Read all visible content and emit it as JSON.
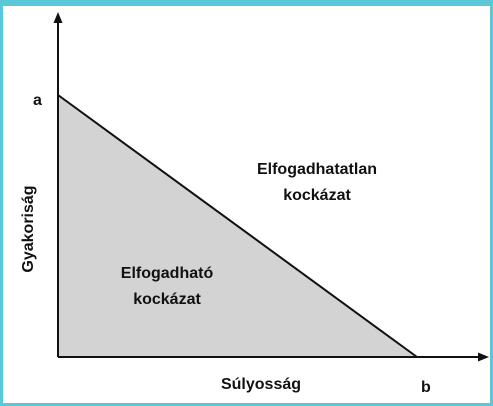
{
  "axes": {
    "y_label": "Gyakoriság",
    "x_label": "Súlyosság",
    "y_intercept_label": "a",
    "x_intercept_label": "b"
  },
  "regions": {
    "acceptable": {
      "line1": "Elfogadható",
      "line2": "kockázat"
    },
    "unacceptable": {
      "line1": "Elfogadhatatlan",
      "line2": "kockázat"
    }
  },
  "colors": {
    "frame": "#5bc8d8",
    "acceptable_fill": "#d3d3d3",
    "lines": "#111111"
  }
}
